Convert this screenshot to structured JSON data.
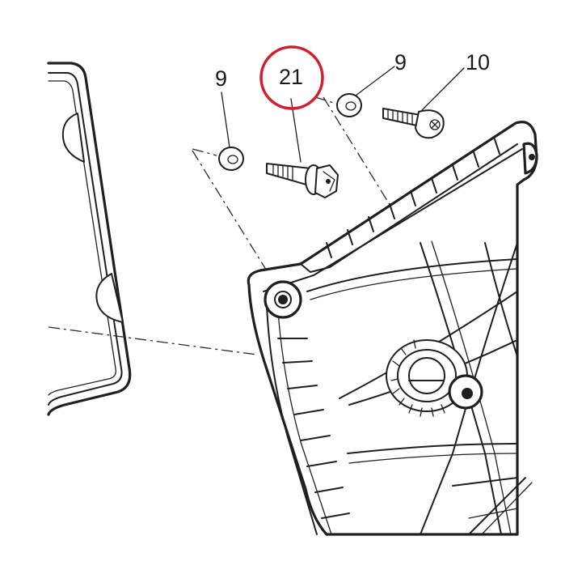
{
  "callouts": {
    "part_21": "21",
    "washer_left": "9",
    "washer_right": "9",
    "screw_10": "10"
  },
  "highlight": {
    "target": "part_21",
    "color": "#d0202f"
  },
  "colors": {
    "line": "#1f1f1f",
    "shade": "#e9e9e9",
    "background": "#ffffff"
  },
  "icons": {
    "part_21": "flange-bolt-icon",
    "part_9": "washer-icon",
    "part_10": "button-head-screw-icon"
  }
}
